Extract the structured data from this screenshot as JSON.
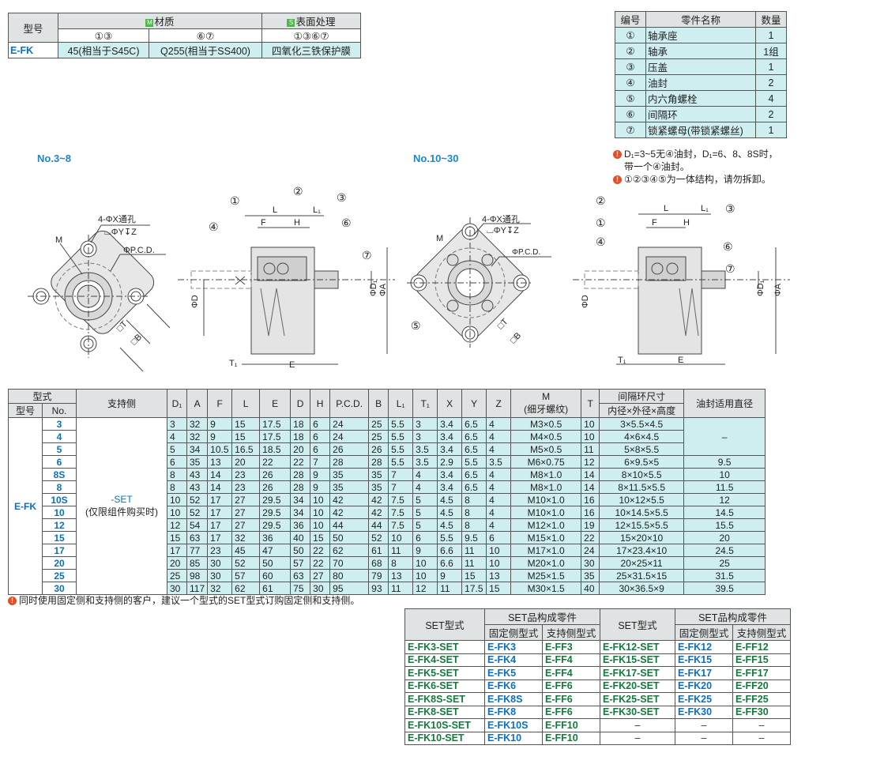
{
  "material_table": {
    "model_header": "型号",
    "material_icon": "M",
    "material_header": "材质",
    "surface_icon": "S",
    "surface_header": "表面处理",
    "sub1": "①③",
    "sub2": "⑥⑦",
    "sub3": "①③⑥⑦",
    "model": "E-FK",
    "mat1": "45(相当于S45C)",
    "mat2": "Q255(相当于SS400)",
    "surface": "四氧化三铁保护膜",
    "icon_colors": {
      "material": "#4cb848",
      "surface": "#4cb848"
    }
  },
  "parts_table": {
    "headers": [
      "编号",
      "零件名称",
      "数量"
    ],
    "rows": [
      [
        "①",
        "轴承座",
        "1"
      ],
      [
        "②",
        "轴承",
        "1组"
      ],
      [
        "③",
        "压盖",
        "1"
      ],
      [
        "④",
        "油封",
        "2"
      ],
      [
        "⑤",
        "内六角螺栓",
        "4"
      ],
      [
        "⑥",
        "间隔环",
        "2"
      ],
      [
        "⑦",
        "锁紧螺母(带锁紧螺丝)",
        "1"
      ]
    ]
  },
  "notes": {
    "note1_line1": "D₁=3~5无④油封，D₁=6、8、8S时，",
    "note1_line2": "带一个④油封。",
    "note2": "①②③④⑤为一体结构，请勿拆卸。",
    "bottom": "同时使用固定侧和支持侧的客户，建议一个型式的SET型式订购固定侧和支持侧。"
  },
  "diagram_labels": {
    "no_small": "No.3~8",
    "no_large": "No.10~30",
    "holes": "4-ΦX通孔",
    "counterbore": "⌴ΦY↧Z",
    "pcd": "ΦP.C.D.",
    "M": "M",
    "T": "□T",
    "B": "□B",
    "L": "L",
    "L1": "L₁",
    "F": "F",
    "H": "H",
    "T1": "T₁",
    "E": "E",
    "D": "ΦD",
    "D1": "ΦD₁",
    "A": "ΦA",
    "c1": "①",
    "c2": "②",
    "c3": "③",
    "c4": "④",
    "c5": "⑤",
    "c6": "⑥",
    "c7": "⑦"
  },
  "dims_table": {
    "h_type": "型式",
    "h_model": "型号",
    "h_no": "No.",
    "h_side": "支持侧",
    "cols": [
      "D₁",
      "A",
      "F",
      "L",
      "E",
      "D",
      "H",
      "P.C.D.",
      "B",
      "L₁",
      "T₁",
      "X",
      "Y",
      "Z"
    ],
    "h_M": "M",
    "h_M_sub": "(细牙螺纹)",
    "h_T": "T",
    "h_spacer": "间隔环尺寸",
    "h_spacer_sub": "内径×外径×高度",
    "h_seal": "油封适用直径",
    "model": "E-FK",
    "side_line1": "-SET",
    "side_line2": "(仅限组件购买时)",
    "seal_dash": "–",
    "rows": [
      {
        "no": "3",
        "v": [
          "3",
          "32",
          "9",
          "15",
          "17.5",
          "18",
          "6",
          "24",
          "25",
          "5.5",
          "3",
          "3.4",
          "6.5",
          "4"
        ],
        "m": "M3×0.5",
        "t": "10",
        "sp": "3×5.5×4.5",
        "seal": ""
      },
      {
        "no": "4",
        "v": [
          "4",
          "32",
          "9",
          "15",
          "17.5",
          "18",
          "6",
          "24",
          "25",
          "5.5",
          "3",
          "3.4",
          "6.5",
          "4"
        ],
        "m": "M4×0.5",
        "t": "10",
        "sp": "4×6×4.5",
        "seal": ""
      },
      {
        "no": "5",
        "v": [
          "5",
          "34",
          "10.5",
          "16.5",
          "18.5",
          "20",
          "6",
          "26",
          "26",
          "5.5",
          "3.5",
          "3.4",
          "6.5",
          "4"
        ],
        "m": "M5×0.5",
        "t": "11",
        "sp": "5×8×5.5",
        "seal": ""
      },
      {
        "no": "6",
        "v": [
          "6",
          "35",
          "13",
          "20",
          "22",
          "22",
          "7",
          "28",
          "28",
          "5.5",
          "3.5",
          "2.9",
          "5.5",
          "3.5"
        ],
        "m": "M6×0.75",
        "t": "12",
        "sp": "6×9.5×5",
        "seal": "9.5"
      },
      {
        "no": "8S",
        "v": [
          "8",
          "43",
          "14",
          "23",
          "26",
          "28",
          "9",
          "35",
          "35",
          "7",
          "4",
          "3.4",
          "6.5",
          "4"
        ],
        "m": "M8×1.0",
        "t": "14",
        "sp": "8×10×5.5",
        "seal": "10"
      },
      {
        "no": "8",
        "v": [
          "8",
          "43",
          "14",
          "23",
          "26",
          "28",
          "9",
          "35",
          "35",
          "7",
          "4",
          "3.4",
          "6.5",
          "4"
        ],
        "m": "M8×1.0",
        "t": "14",
        "sp": "8×11.5×5.5",
        "seal": "11.5"
      },
      {
        "no": "10S",
        "v": [
          "10",
          "52",
          "17",
          "27",
          "29.5",
          "34",
          "10",
          "42",
          "42",
          "7.5",
          "5",
          "4.5",
          "8",
          "4"
        ],
        "m": "M10×1.0",
        "t": "16",
        "sp": "10×12×5.5",
        "seal": "12"
      },
      {
        "no": "10",
        "v": [
          "10",
          "52",
          "17",
          "27",
          "29.5",
          "34",
          "10",
          "42",
          "42",
          "7.5",
          "5",
          "4.5",
          "8",
          "4"
        ],
        "m": "M10×1.0",
        "t": "16",
        "sp": "10×14.5×5.5",
        "seal": "14.5"
      },
      {
        "no": "12",
        "v": [
          "12",
          "54",
          "17",
          "27",
          "29.5",
          "36",
          "10",
          "44",
          "44",
          "7.5",
          "5",
          "4.5",
          "8",
          "4"
        ],
        "m": "M12×1.0",
        "t": "19",
        "sp": "12×15.5×5.5",
        "seal": "15.5"
      },
      {
        "no": "15",
        "v": [
          "15",
          "63",
          "17",
          "32",
          "36",
          "40",
          "15",
          "50",
          "52",
          "10",
          "6",
          "5.5",
          "9.5",
          "6"
        ],
        "m": "M15×1.0",
        "t": "22",
        "sp": "15×20×10",
        "seal": "20"
      },
      {
        "no": "17",
        "v": [
          "17",
          "77",
          "23",
          "45",
          "47",
          "50",
          "22",
          "62",
          "61",
          "11",
          "9",
          "6.6",
          "11",
          "10"
        ],
        "m": "M17×1.0",
        "t": "24",
        "sp": "17×23.4×10",
        "seal": "24.5"
      },
      {
        "no": "20",
        "v": [
          "20",
          "85",
          "30",
          "52",
          "50",
          "57",
          "22",
          "70",
          "68",
          "8",
          "10",
          "6.6",
          "11",
          "10"
        ],
        "m": "M20×1.0",
        "t": "30",
        "sp": "20×25×11",
        "seal": "25"
      },
      {
        "no": "25",
        "v": [
          "25",
          "98",
          "30",
          "57",
          "60",
          "63",
          "27",
          "80",
          "79",
          "13",
          "10",
          "9",
          "15",
          "13"
        ],
        "m": "M25×1.5",
        "t": "35",
        "sp": "25×31.5×15",
        "seal": "31.5"
      },
      {
        "no": "30",
        "v": [
          "30",
          "117",
          "32",
          "62",
          "61",
          "75",
          "30",
          "95",
          "93",
          "11",
          "12",
          "11",
          "17.5",
          "15"
        ],
        "m": "M30×1.5",
        "t": "40",
        "sp": "30×36.5×9",
        "seal": "39.5"
      }
    ]
  },
  "set_table": {
    "h_set": "SET型式",
    "h_parts": "SET品构成零件",
    "h_fixed": "固定侧型式",
    "h_support": "支持侧型式",
    "rows": [
      [
        "E-FK3-SET",
        "E-FK3",
        "E-FF3",
        "E-FK12-SET",
        "E-FK12",
        "E-FF12"
      ],
      [
        "E-FK4-SET",
        "E-FK4",
        "E-FF4",
        "E-FK15-SET",
        "E-FK15",
        "E-FF15"
      ],
      [
        "E-FK5-SET",
        "E-FK5",
        "E-FF4",
        "E-FK17-SET",
        "E-FK17",
        "E-FF17"
      ],
      [
        "E-FK6-SET",
        "E-FK6",
        "E-FF6",
        "E-FK20-SET",
        "E-FK20",
        "E-FF20"
      ],
      [
        "E-FK8S-SET",
        "E-FK8S",
        "E-FF6",
        "E-FK25-SET",
        "E-FK25",
        "E-FF25"
      ],
      [
        "E-FK8-SET",
        "E-FK8",
        "E-FF6",
        "E-FK30-SET",
        "E-FK30",
        "E-FF30"
      ],
      [
        "E-FK10S-SET",
        "E-FK10S",
        "E-FF10",
        "–",
        "–",
        "–"
      ],
      [
        "E-FK10-SET",
        "E-FK10",
        "E-FF10",
        "–",
        "–",
        "–"
      ]
    ]
  }
}
